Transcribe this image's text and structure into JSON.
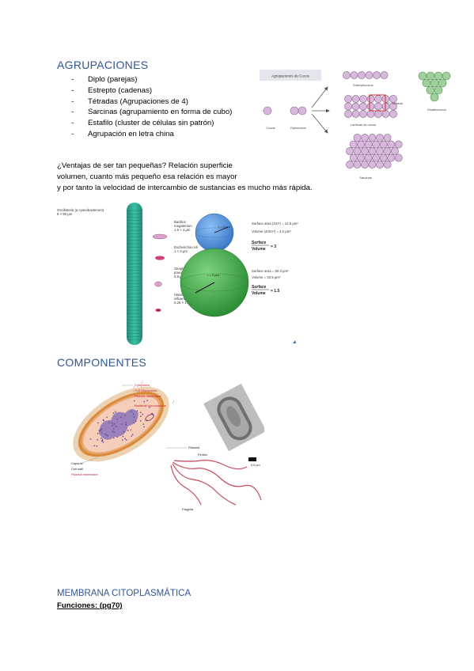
{
  "agrupaciones": {
    "title": "AGRUPACIONES",
    "items": [
      "Diplo (parejas)",
      "Estrepto (cadenas)",
      "Tétradas (Agrupaciones de 4)",
      "Sarcinas (agrupamiento en forma de cubo)",
      "Estafilo (cluster de células sin patrón)",
      "Agrupación en letra china"
    ]
  },
  "cocci_figure": {
    "title": "Agrupaciones de Cocos",
    "labels": {
      "cocos": "Cocos",
      "diplococos": "Diplococos",
      "estreptococos": "Estreptococos",
      "tetrada": "Tétrada",
      "laminas": "Láminas de cocos",
      "sarcinas": "Sarcinas",
      "estafilococos": "Estafilococos"
    },
    "colors": {
      "cell_fill": "#d8b8dc",
      "cell_stroke": "#8a6a8e",
      "staph_fill": "#9fd19a",
      "staph_stroke": "#5a8a58",
      "tetrad": "#d03030"
    }
  },
  "ventajas": {
    "line1": "¿Ventajas de ser tan pequeñas? Relación superficie",
    "line2": "volumen, cuanto más pequeño esa relación es mayor",
    "line3": "y por tanto la velocidad de intercambio de sustancias es mucho más rápida."
  },
  "size_figure": {
    "oscillatoria": [
      "Oscillatoria (a cyanobacterium)",
      "8 × 50 μm"
    ],
    "bacillus": [
      "Bacillus",
      "megaterium",
      "1.5 × 4 μm"
    ],
    "ecoli": [
      "Escherichia coli",
      "1 × 3 μm"
    ],
    "strep": [
      "Streptococcus",
      "pneumoniae",
      "0.8 μm diameter"
    ],
    "haemophilus": [
      "Haemophilus",
      "influenzae",
      "0.25 × 1.2 μm"
    ],
    "r1": "r = 1 μm",
    "r2": "r = 2 μm",
    "sa1": "Surface area (4πr²) = 12.6 μm²",
    "vol1": "Volume (4/3πr³) = 4.2 μm³",
    "ratio1": "= 3",
    "sa2": "Surface area = 50.3 μm²",
    "vol2": "Volume = 33.5 μm³",
    "ratio2": "= 1.5",
    "surface_word": "Surface",
    "volume_word": "Volume",
    "colors": {
      "filament": "#2aa38e",
      "small_sphere": "#4a8fe0",
      "big_sphere": "#3fae44"
    }
  },
  "componentes": {
    "title": "COMPONENTES"
  },
  "cell_figure": {
    "labels": {
      "cytoplasm": "Cytoplasm",
      "ribosomes": "70S Ribosomes",
      "plasma_membrane_r": "Plasma membrane",
      "chromosome": "Bacterial chromosome",
      "plasmid": "Plasmid",
      "fimbriae": "Fimbriae",
      "capsule": "Capsule",
      "cell_wall": "Cell wall",
      "plasma_membrane_l": "Plasma membrane",
      "flagella": "Flagella",
      "scale": "0.5 μm"
    },
    "colors": {
      "capsule": "#e9c9a3",
      "wall": "#d98a3a",
      "cytoplasm": "#f3c9b6",
      "nucleoid": "#8b73b8",
      "flagella": "#c94a5e",
      "label_red": "#c8203a"
    }
  },
  "membrana": {
    "title": "MEMBRANA CITOPLASMÁTICA",
    "funciones": "Funciones: (pg70)"
  }
}
